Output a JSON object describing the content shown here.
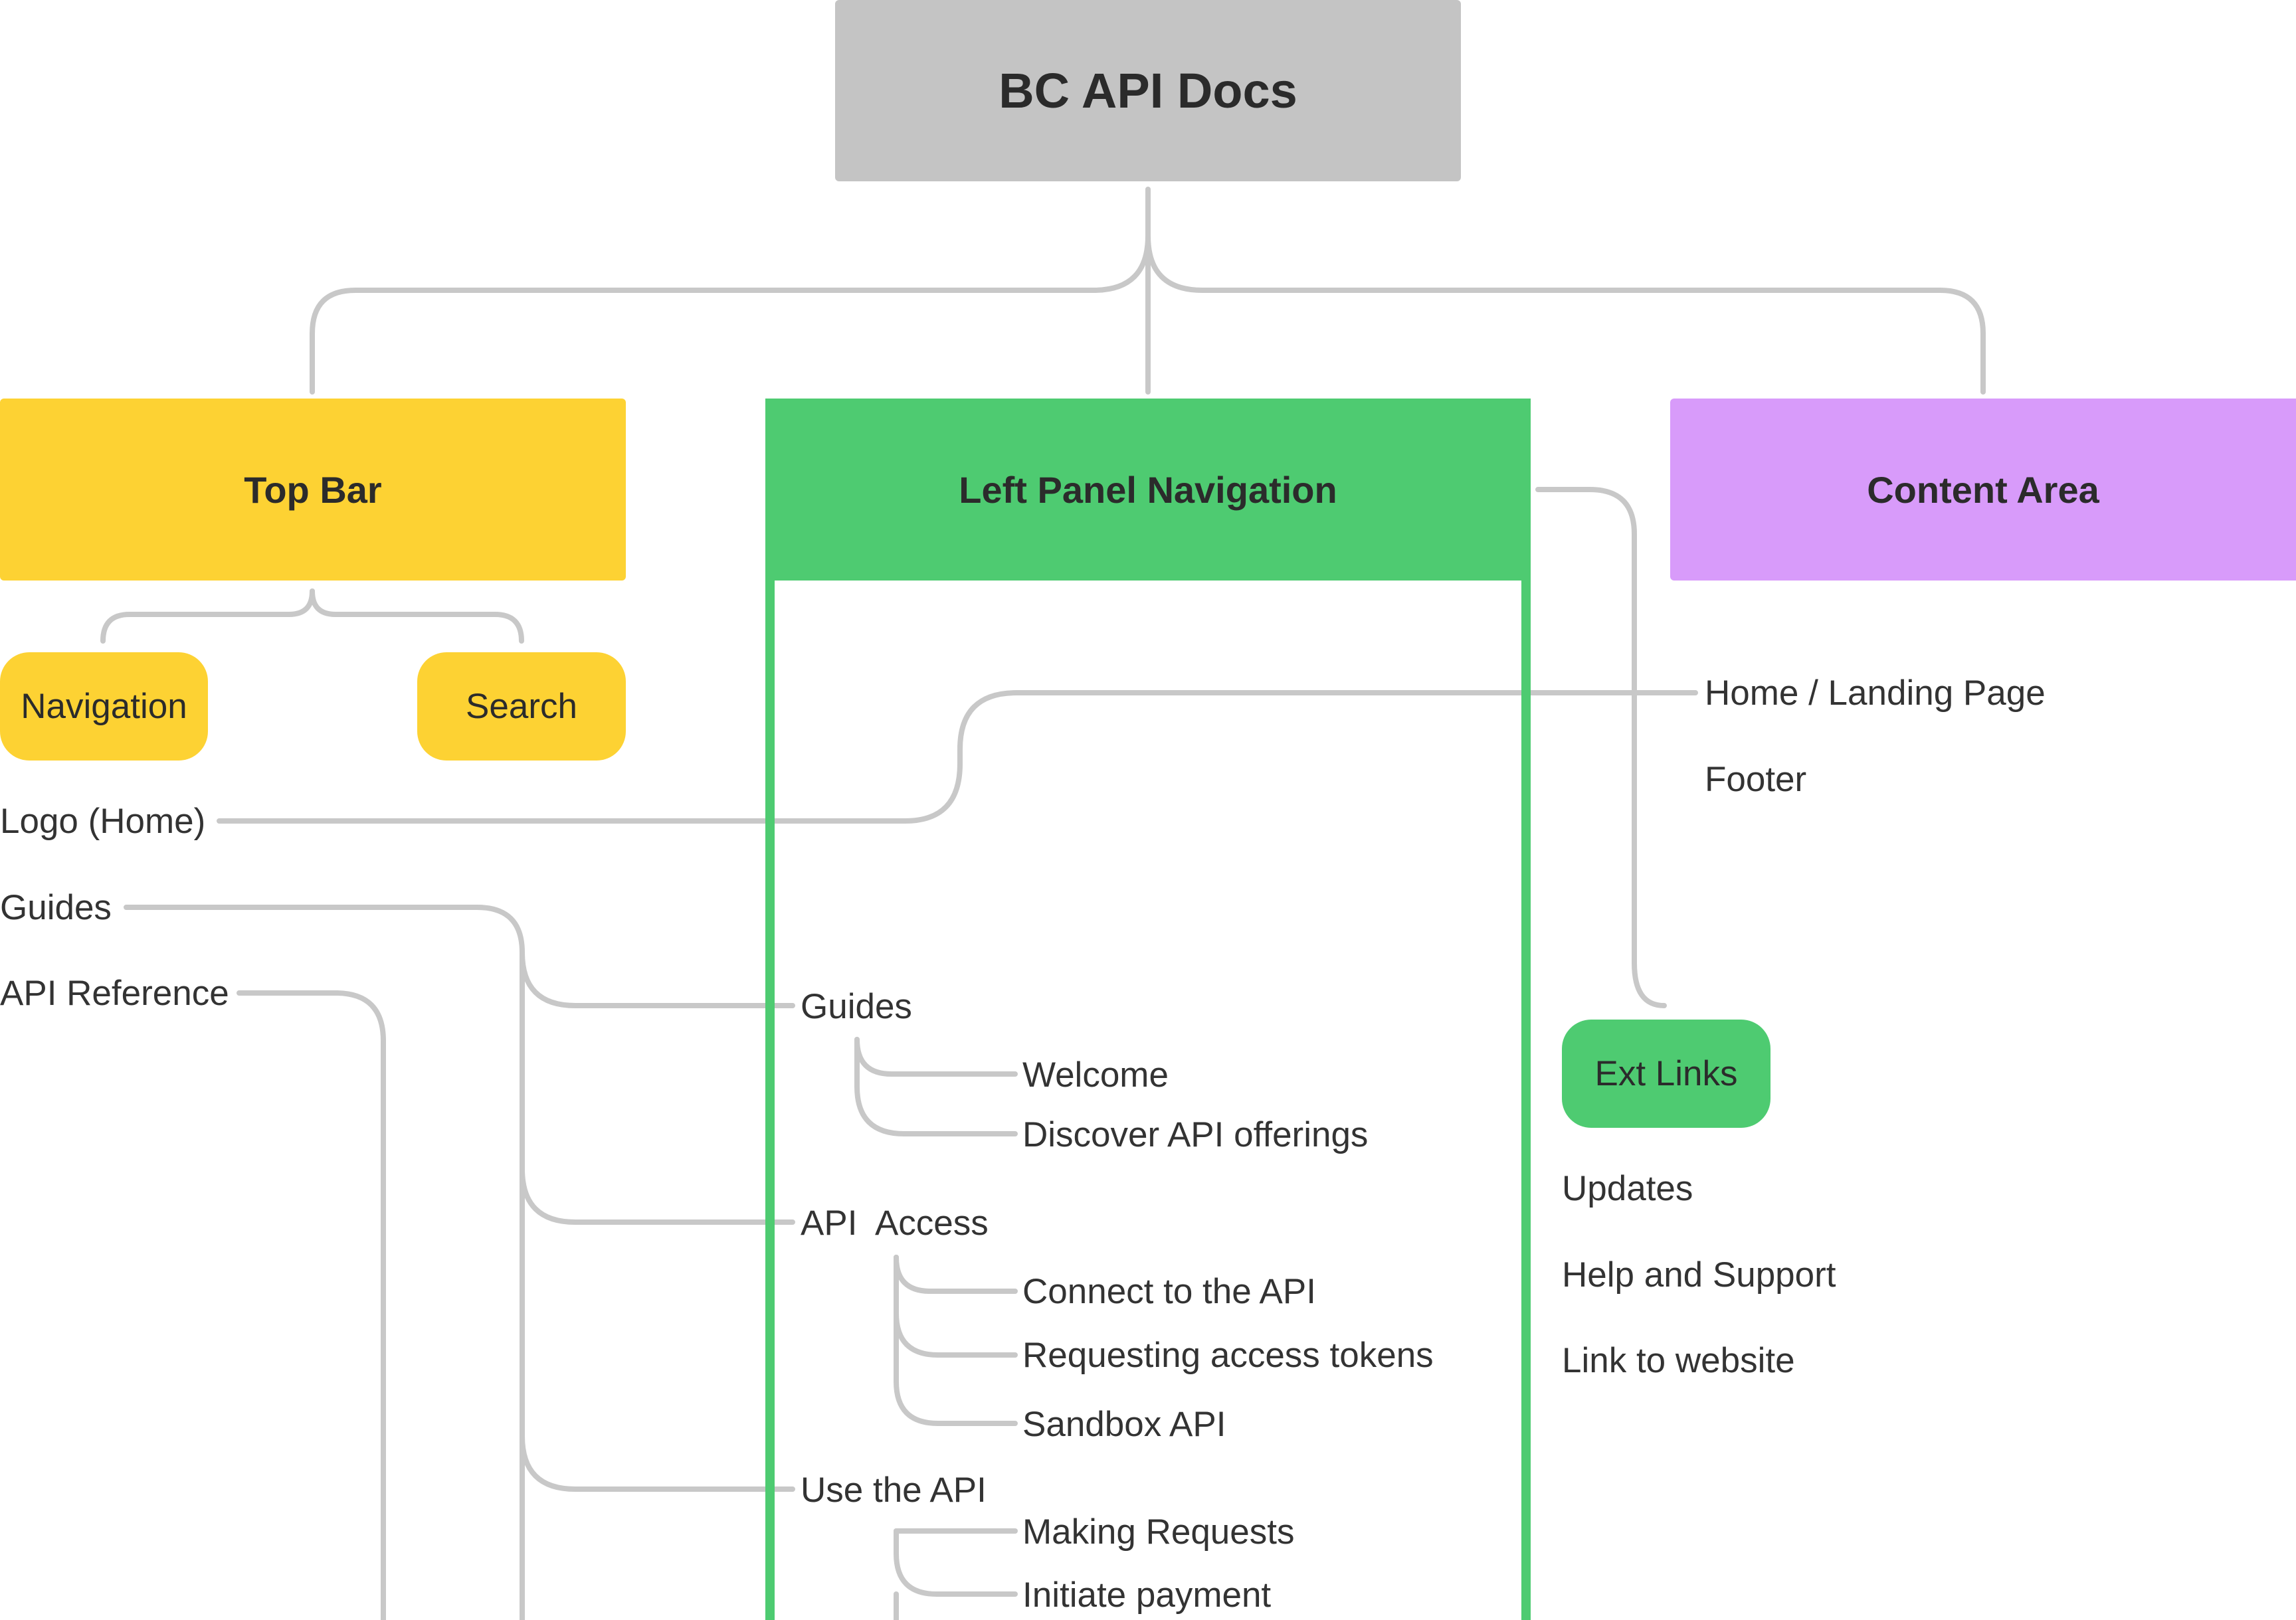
{
  "colors": {
    "root": "#c4c4c4",
    "top_bar": "#fdd233",
    "left_panel": "#4ecb71",
    "content_area": "#d89bfa",
    "connector": "#c8c8c8",
    "text": "#333333"
  },
  "root": {
    "label": "BC API Docs"
  },
  "top_bar": {
    "label": "Top Bar",
    "children": [
      "Navigation",
      "Search"
    ],
    "navigation_items": [
      "Logo (Home)",
      "Guides",
      "API Reference"
    ]
  },
  "left_panel": {
    "label": "Left Panel Navigation",
    "sections": [
      {
        "label": "Guides",
        "items": [
          "Welcome",
          "Discover API offerings"
        ]
      },
      {
        "label": "API  Access",
        "items": [
          "Connect to the API",
          "Requesting access tokens",
          "Sandbox API"
        ]
      },
      {
        "label": "Use the API",
        "items": [
          "Making Requests",
          "Initiate payment"
        ]
      }
    ]
  },
  "content_area": {
    "label": "Content Area",
    "items": [
      "Home / Landing Page",
      "Footer"
    ]
  },
  "ext_links": {
    "label": "Ext Links",
    "items": [
      "Updates",
      "Help and Support",
      "Link to website"
    ]
  }
}
